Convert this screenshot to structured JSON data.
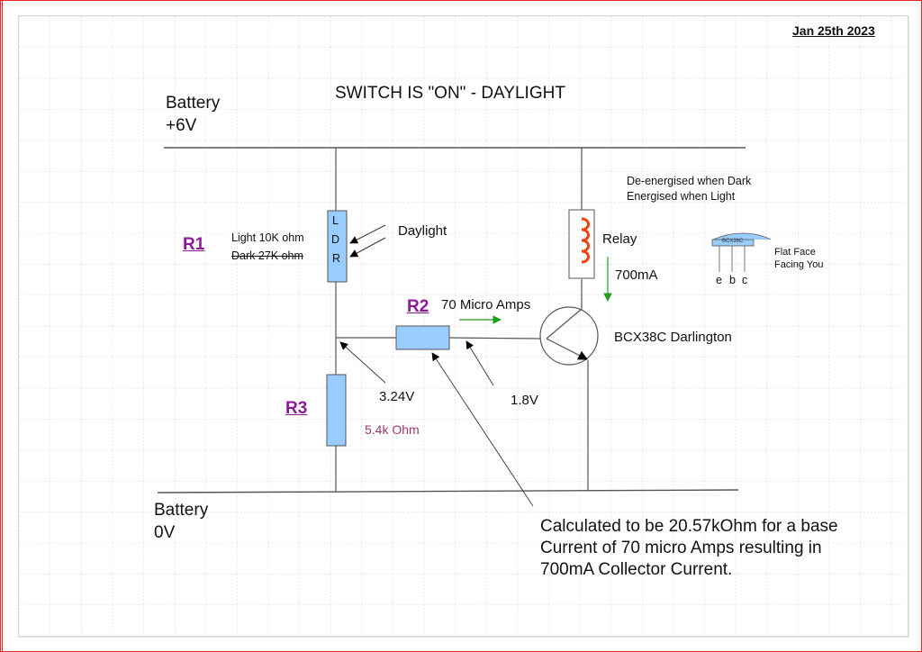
{
  "date": "Jan 25th 2023",
  "title": "SWITCH IS \"ON\"  -  DAYLIGHT",
  "battery_positive": {
    "line1": "Battery",
    "line2": "+6V"
  },
  "battery_negative": {
    "line1": "Battery",
    "line2": "0V"
  },
  "r1": {
    "label": "R1",
    "light_value": "Light 10K ohm",
    "dark_value": "Dark 27K ohm",
    "component_letters": [
      "L",
      "D",
      "R"
    ],
    "light_source": "Daylight"
  },
  "r2": {
    "label": "R2",
    "current": "70 Micro Amps"
  },
  "r3": {
    "label": "R3",
    "value": "5.4k Ohm"
  },
  "voltages": {
    "junction": "3.24V",
    "base": "1.8V"
  },
  "relay": {
    "label": "Relay",
    "current": "700mA",
    "note_line1": "De-energised when Dark",
    "note_line2": "Energised when Light"
  },
  "transistor": {
    "name": "BCX38C Darlington",
    "package_label": "BCX38C",
    "pins": [
      "e",
      "b",
      "c"
    ],
    "orientation_line1": "Flat Face",
    "orientation_line2": "Facing You"
  },
  "calculation_note": {
    "line1": "Calculated to be 20.57kOhm for a base",
    "line2": "Current of 70 micro Amps resulting in",
    "line3": "700mA Collector Current."
  },
  "colors": {
    "resistor_fill": "#99ccff",
    "label_purple": "#8b1a96",
    "ohm_text": "#a0386e",
    "current_arrow": "#1e9e1e",
    "relay_coil": "#ee4411",
    "page_border": "#e8262a"
  }
}
